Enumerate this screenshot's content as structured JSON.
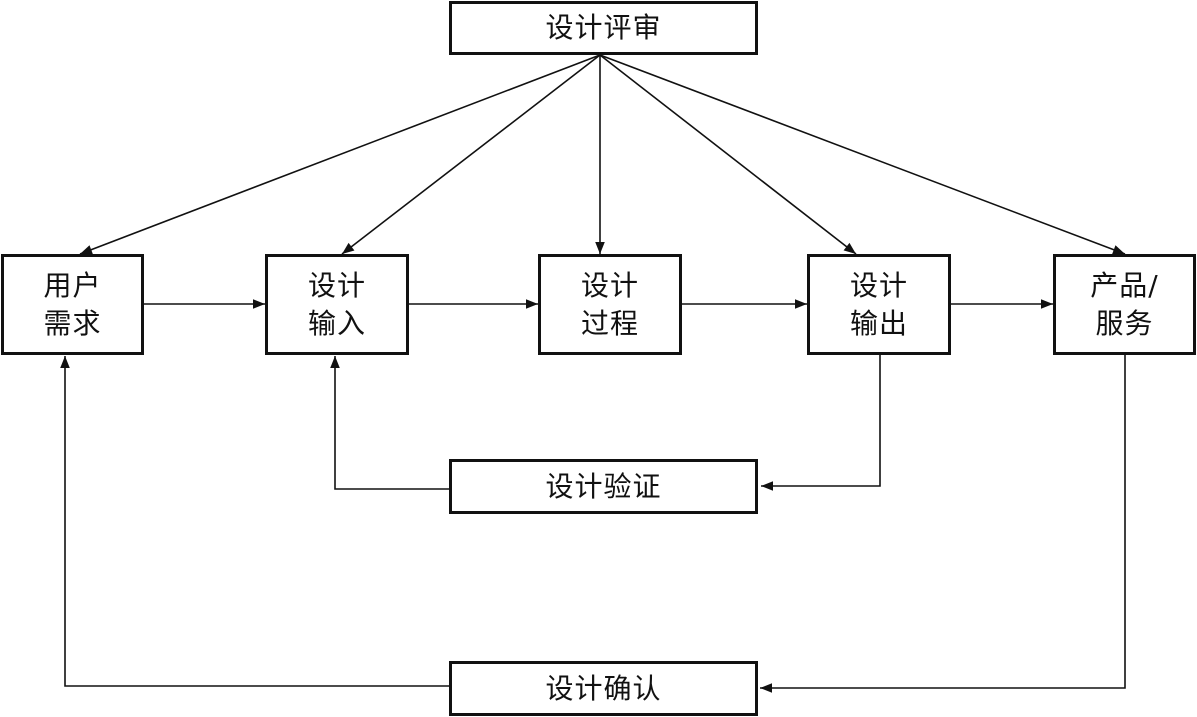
{
  "diagram": {
    "review": {
      "label": "设计评审"
    },
    "stages": [
      {
        "id": "user-requirements",
        "lines": [
          "用户",
          "需求"
        ]
      },
      {
        "id": "design-input",
        "lines": [
          "设计",
          "输入"
        ]
      },
      {
        "id": "design-process",
        "lines": [
          "设计",
          "过程"
        ]
      },
      {
        "id": "design-output",
        "lines": [
          "设计",
          "输出"
        ]
      },
      {
        "id": "product-service",
        "lines": [
          "产品/",
          "服务"
        ]
      }
    ],
    "verification": {
      "label": "设计验证"
    },
    "validation": {
      "label": "设计确认"
    }
  }
}
